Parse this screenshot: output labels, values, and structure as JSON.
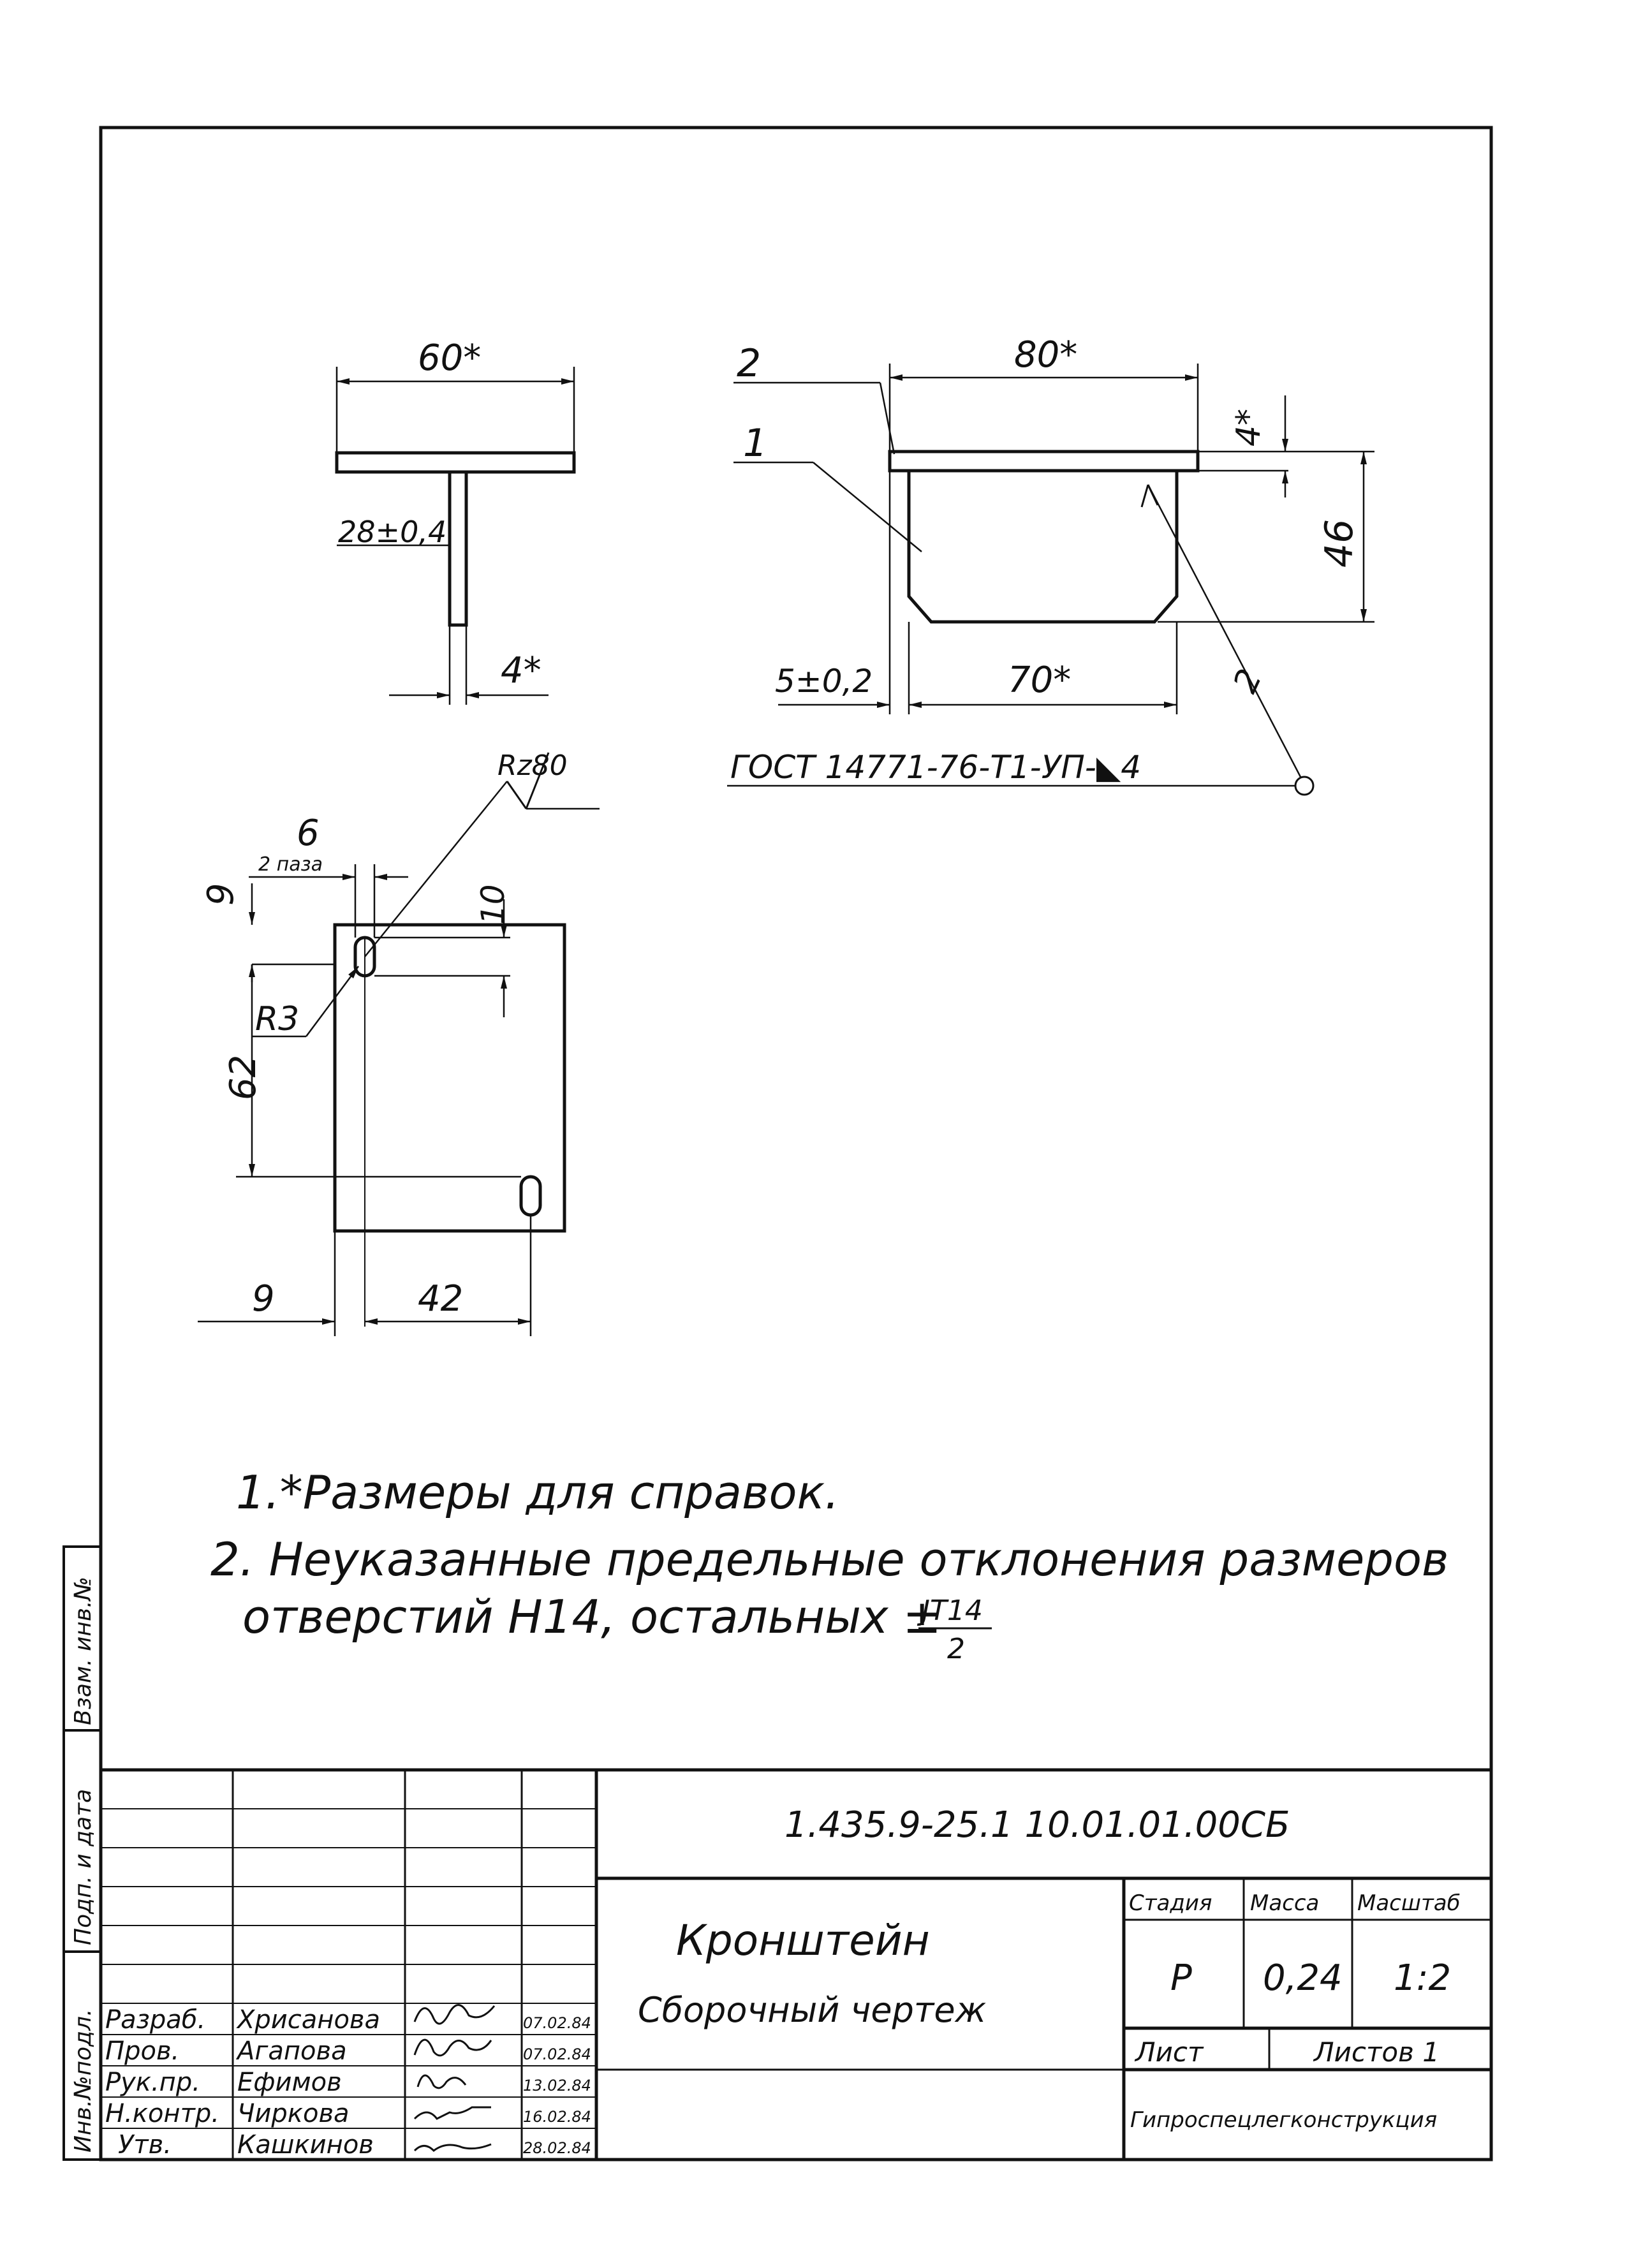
{
  "drawing": {
    "side_view": {
      "dim_width": "60*",
      "dim_height": "28±0,4",
      "dim_thickness": "4*"
    },
    "front_view": {
      "dim_width": "80*",
      "dim_thickness": "4*",
      "dim_height": "46",
      "dim_offset": "5±0,2",
      "dim_bottom": "70*",
      "leader_1": "1",
      "leader_2": "2",
      "weld_leader": "2",
      "weld_symbol": "ГОСТ 14771-76-Т1-УП-◣4"
    },
    "plate_view": {
      "roughness": "Rz80",
      "dim_slot_width": "6",
      "dim_slot_note": "2 паза",
      "dim_top": "9",
      "dim_slot_len": "10",
      "dim_radius": "R3",
      "dim_vertical": "62",
      "dim_left": "9",
      "dim_horizontal": "42"
    }
  },
  "notes": [
    "1.*Размеры для справок.",
    "2. Неуказанные предельные отклонения размеров",
    "отверстий Н14, остальных ± ",
    "JT14",
    "2"
  ],
  "margin_labels": [
    "Инв.№подл.",
    "Подп. и дата",
    "Взам. инв.№"
  ],
  "title_block": {
    "doc_number": "1.435.9-25.1 10.01.01.00СБ",
    "name": "Кронштейн",
    "subtitle": "Сборочный чертеж",
    "headers": {
      "stage": "Стадия",
      "mass": "Масса",
      "scale": "Масштаб"
    },
    "values": {
      "stage": "Р",
      "mass": "0,24",
      "scale": "1:2"
    },
    "sheet_label": "Лист",
    "sheets_label": "Листов 1",
    "organization": "Гипроспецлегконструкция",
    "signatures": [
      {
        "role": "Разраб.",
        "name": "Хрисанова",
        "date": "07.02.84"
      },
      {
        "role": "Пров.",
        "name": "Агапова",
        "date": "07.02.84"
      },
      {
        "role": "Рук.пр.",
        "name": "Ефимов",
        "date": "13.02.84"
      },
      {
        "role": "Н.контр.",
        "name": "Чиркова",
        "date": "16.02.84"
      },
      {
        "role": "Утв.",
        "name": "Кашкинов",
        "date": "28.02.84"
      }
    ]
  }
}
